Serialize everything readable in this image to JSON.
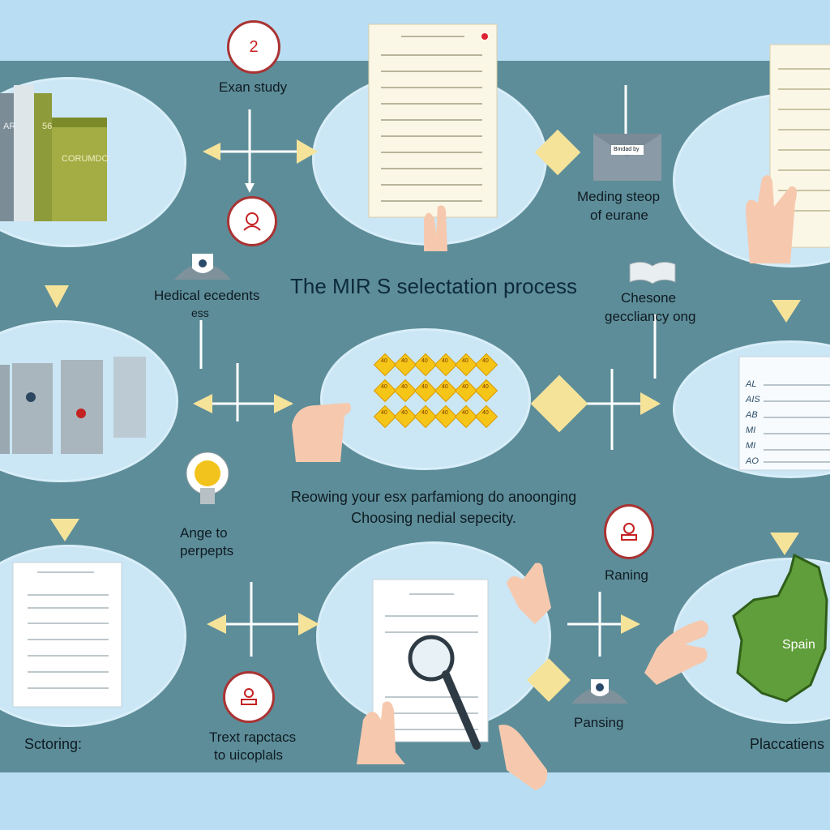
{
  "title": "The MIR S selectation process",
  "labels": {
    "exam_study": "Exan study",
    "step_number": "2",
    "meding_line1": "Meding steop",
    "meding_line2": "of eurane",
    "hedical_line1": "Hedical ecedents",
    "hedical_line2": "ess",
    "chesone_line1": "Chesone",
    "chesone_line2": "geccliancy ong",
    "reviewing": "Reowing your esx parfamiong do anoonging",
    "choosing": "Choosing nedial sepecity.",
    "ange_line1": "Ange to",
    "ange_line2": "perpepts",
    "raning": "Raning",
    "scoring": "Sctoring:",
    "trext_line1": "Trext rapctacs",
    "trext_line2": "to uicoplals",
    "pansing": "Pansing",
    "placcatiens": "Placcatiens",
    "spain": "Spain"
  },
  "book_labels": [
    "AR",
    "56",
    "CORUMDO"
  ],
  "envelope_label": "Bmdad by",
  "diamond_values": [
    "40",
    "40",
    "40",
    "40",
    "40",
    "40",
    "40",
    "40",
    "40",
    "40",
    "40",
    "40",
    "40",
    "40",
    "40",
    "40",
    "40",
    "40"
  ],
  "list_row_labels": [
    "AL",
    "AIS",
    "AB",
    "MI",
    "MI",
    "AO"
  ],
  "colors": {
    "background": "#bfe3f6",
    "panel": "#5d8d99",
    "oval": "#cbe6f5",
    "diamond": "#f6e39a",
    "accent_red": "#c42222",
    "spain_green": "#5f9e3a"
  },
  "icons": [
    "books-icon",
    "document-icon",
    "envelope-icon",
    "hand-icon",
    "face-icon",
    "shield-icon",
    "lightbulb-icon",
    "open-book-icon",
    "magnifier-icon",
    "map-icon"
  ]
}
